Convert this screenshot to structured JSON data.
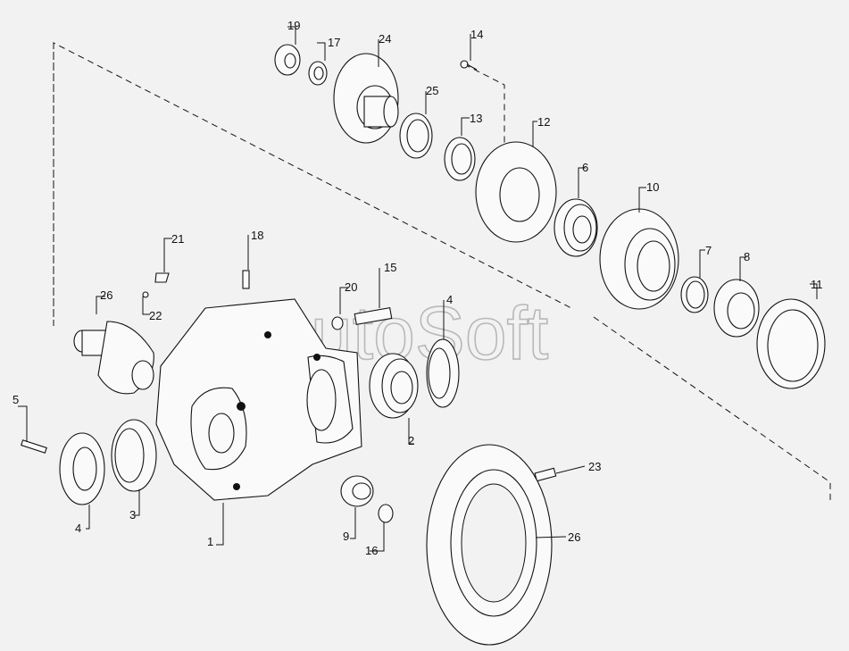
{
  "watermark": "AutoSoft",
  "callouts": [
    {
      "id": "c1",
      "text": "1"
    },
    {
      "id": "c2",
      "text": "2"
    },
    {
      "id": "c3",
      "text": "3"
    },
    {
      "id": "c4a",
      "text": "4"
    },
    {
      "id": "c4b",
      "text": "4"
    },
    {
      "id": "c5",
      "text": "5"
    },
    {
      "id": "c6",
      "text": "6"
    },
    {
      "id": "c7",
      "text": "7"
    },
    {
      "id": "c8",
      "text": "8"
    },
    {
      "id": "c9",
      "text": "9"
    },
    {
      "id": "c10",
      "text": "10"
    },
    {
      "id": "c11",
      "text": "11"
    },
    {
      "id": "c12",
      "text": "12"
    },
    {
      "id": "c13",
      "text": "13"
    },
    {
      "id": "c14",
      "text": "14"
    },
    {
      "id": "c15",
      "text": "15"
    },
    {
      "id": "c16",
      "text": "16"
    },
    {
      "id": "c17",
      "text": "17"
    },
    {
      "id": "c18",
      "text": "18"
    },
    {
      "id": "c19",
      "text": "19"
    },
    {
      "id": "c20",
      "text": "20"
    },
    {
      "id": "c21",
      "text": "21"
    },
    {
      "id": "c22",
      "text": "22"
    },
    {
      "id": "c23",
      "text": "23"
    },
    {
      "id": "c24",
      "text": "24"
    },
    {
      "id": "c25",
      "text": "25"
    },
    {
      "id": "c26a",
      "text": "26"
    },
    {
      "id": "c26b",
      "text": "26"
    }
  ]
}
